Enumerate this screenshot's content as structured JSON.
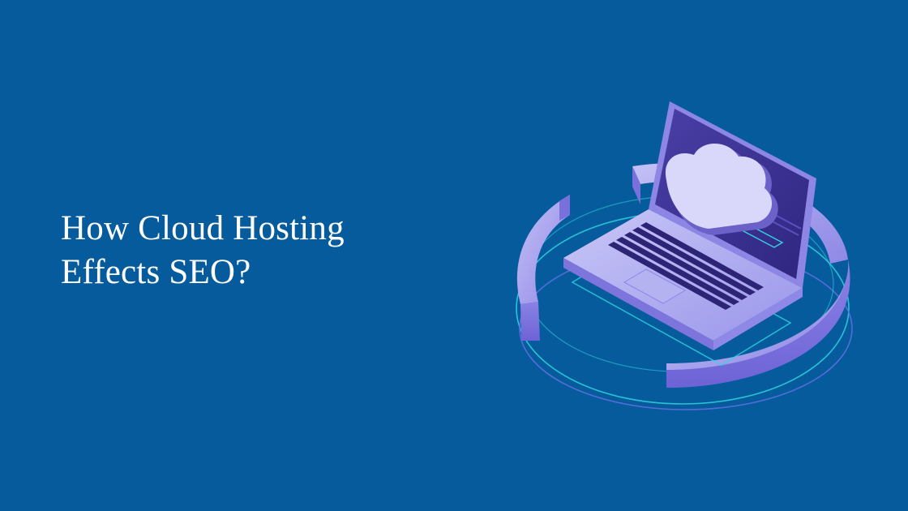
{
  "heading": {
    "line1": "How Cloud Hosting",
    "line2": "Effects SEO?"
  },
  "colors": {
    "background": "#065b9c",
    "heading_text": "#ffffff",
    "ring_top": "#b9b4f2",
    "ring_side": "#7e75df",
    "laptop_base": "#a9a6ee",
    "laptop_screen": "#3a2f8f",
    "cloud": "#d7d6fb",
    "orbit_line": "#2fd6e0"
  },
  "illustration": {
    "subject": "laptop with cloud on screen inside circular ring",
    "icons": [
      "laptop-icon",
      "cloud-icon",
      "ring-shape"
    ]
  }
}
